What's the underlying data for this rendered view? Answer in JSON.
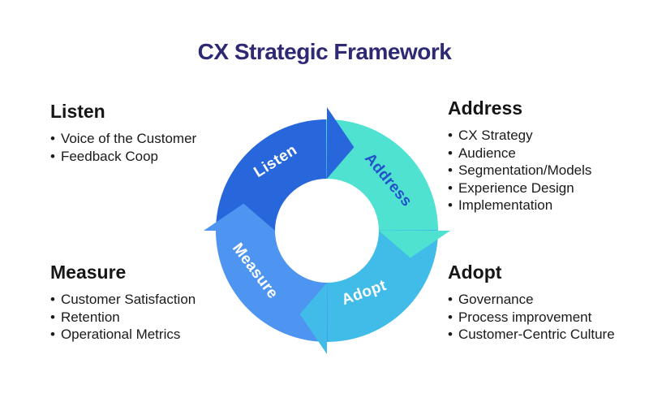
{
  "title": "CX Strategic Framework",
  "bullet_char": "•",
  "colors": {
    "title": "#2d2973",
    "body_text": "#1a1a1a"
  },
  "blocks": {
    "listen": {
      "heading": "Listen",
      "items": [
        "Voice of the Customer",
        "Feedback Coop"
      ]
    },
    "address": {
      "heading": "Address",
      "items": [
        "CX Strategy",
        "Audience",
        "Segmentation/Models",
        "Experience Design",
        "Implementation"
      ]
    },
    "measure": {
      "heading": "Measure",
      "items": [
        "Customer Satisfaction",
        "Retention",
        "Operational Metrics"
      ]
    },
    "adopt": {
      "heading": "Adopt",
      "items": [
        "Governance",
        "Process improvement",
        "Customer-Centric Culture"
      ]
    }
  },
  "cycle": {
    "description": "Circular four-step arrow cycle, clockwise",
    "segments": [
      {
        "id": "listen",
        "label": "Listen",
        "color": "#2867db",
        "label_color": "#ffffff"
      },
      {
        "id": "address",
        "label": "Address",
        "color": "#4fe2d1",
        "label_color": "#2152c7"
      },
      {
        "id": "adopt",
        "label": "Adopt",
        "color": "#41bbe7",
        "label_color": "#ffffff"
      },
      {
        "id": "measure",
        "label": "Measure",
        "color": "#4e94f1",
        "label_color": "#ffffff"
      }
    ]
  }
}
